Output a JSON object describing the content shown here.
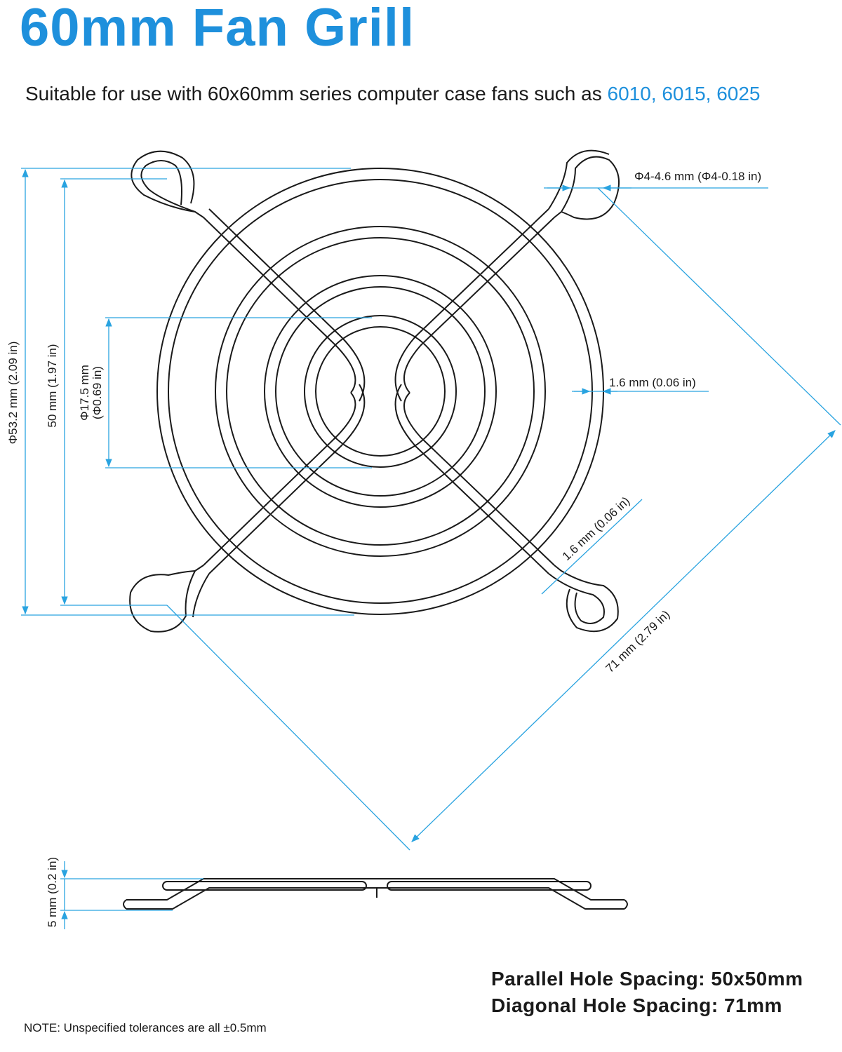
{
  "header": {
    "title": "60mm Fan Grill",
    "subtitle_prefix": "Suitable for use with 60x60mm series computer case fans such as ",
    "subtitle_models": "6010, 6015, 6025"
  },
  "dimensions": {
    "outer_ring": "Φ53.2 mm (2.09 in)",
    "parallel": "50 mm (1.97 in)",
    "center_line1": "Φ17.5 mm",
    "center_line2": "(Φ0.69 in)",
    "hole": "Φ4-4.6 mm (Φ4-0.18 in)",
    "wire_ring": "1.6 mm (0.06 in)",
    "wire_spoke": "1.6 mm (0.06 in)",
    "diagonal": "71 mm (2.79 in)",
    "side_height": "5 mm (0.2 in)"
  },
  "specs": {
    "parallel_spacing": "Parallel Hole Spacing: 50x50mm",
    "diagonal_spacing": "Diagonal Hole Spacing: 71mm"
  },
  "note": "NOTE: Unspecified tolerances are all ±0.5mm",
  "colors": {
    "accent": "#1e90dc",
    "line": "#1a1a1a",
    "dimension": "#29a3e0"
  }
}
